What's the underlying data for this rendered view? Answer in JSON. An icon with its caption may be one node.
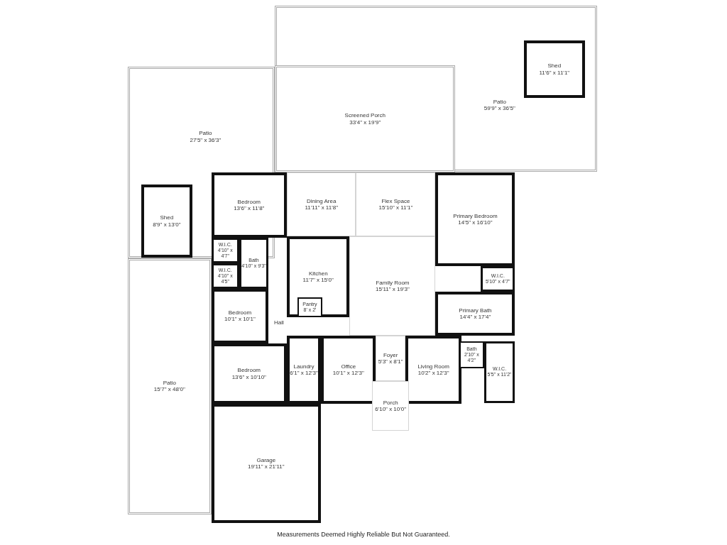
{
  "diagram": {
    "caption": "Measurements Deemed Highly Reliable But Not Guaranteed.",
    "nodes": [
      {
        "text": [
          "Patio",
          "27'5\" x 36'3\""
        ]
      },
      {
        "text": [
          "Shed",
          "8'9\" x 13'0\""
        ],
        "in": 0
      },
      {
        "text": [
          "Patio",
          "59'9\" x 36'5\""
        ]
      },
      {
        "text": [
          "Shed",
          "11'6\" x 11'1\""
        ],
        "in": 2
      },
      {
        "text": [
          "Screened Porch",
          "33'4\" x 19'9\""
        ],
        "in": 2
      },
      {
        "text": [
          "Patio",
          "15'7\" x 48'0\""
        ]
      },
      {
        "text": [
          "Bedroom",
          "13'6\" x 11'8\""
        ]
      },
      {
        "text": [
          "Dining Area",
          "11'11\" x 11'8\""
        ]
      },
      {
        "text": [
          "Flex Space",
          "15'10\" x 11'1\""
        ]
      },
      {
        "text": [
          "Primary Bedroom",
          "14'5\" x 16'10\""
        ]
      },
      {
        "text": [
          "W.I.C.",
          "4'10\" x 4'7\""
        ]
      },
      {
        "text": [
          "Bath",
          "4'10\" x 9'3\""
        ]
      },
      {
        "text": [
          "Kitchen",
          "11'7\" x 15'0\""
        ]
      },
      {
        "text": [
          "Family Room",
          "15'11\" x 19'3\""
        ]
      },
      {
        "text": [
          "W.I.C.",
          "4'10\" x 4'5\""
        ]
      },
      {
        "text": [
          "W.I.C.",
          "5'10\" x 4'7\""
        ]
      },
      {
        "text": [
          "Pantry",
          "8' x 2'"
        ],
        "in": 12
      },
      {
        "text": [
          "Bedroom",
          "10'1\" x 10'1\""
        ]
      },
      {
        "text": [
          "Primary Bath",
          "14'4\" x 17'4\""
        ]
      },
      {
        "text": [
          "Foyer",
          "5'3\" x 8'1\""
        ]
      },
      {
        "text": [
          "Bedroom",
          "13'6\" x 10'10\""
        ]
      },
      {
        "text": [
          "Laundry",
          "6'1\" x 12'3\""
        ]
      },
      {
        "text": [
          "Office",
          "10'1\" x 12'3\""
        ]
      },
      {
        "text": [
          "Living Room",
          "10'2\" x 12'3\""
        ]
      },
      {
        "text": [
          "Bath",
          "2'10\" x 4'2\""
        ]
      },
      {
        "text": [
          "W.I.C.",
          "5'5\" x 11'2\""
        ]
      },
      {
        "text": [
          "Porch",
          "6'10\" x 10'0\""
        ]
      },
      {
        "text": [
          "Garage",
          "19'11\" x 21'11\""
        ]
      }
    ],
    "labels": [
      "Hall"
    ]
  }
}
